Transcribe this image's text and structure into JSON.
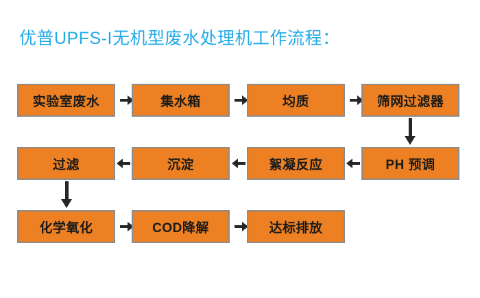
{
  "title": "优普UPFS-I无机型废水处理机工作流程：",
  "theme": {
    "background": "#ffffff",
    "title_color": "#22a9e8",
    "node_fill": "#ec8022",
    "node_border": "#8c8c8c",
    "node_text": "#1a1a1a",
    "arrow_color": "#262626"
  },
  "rows": [
    {
      "direction": "left-to-right",
      "nodes": [
        {
          "label": "实验室废水"
        },
        {
          "label": "集水箱"
        },
        {
          "label": "均质"
        },
        {
          "label": "筛网过滤器"
        }
      ]
    },
    {
      "direction": "right-to-left",
      "nodes": [
        {
          "label": "过滤"
        },
        {
          "label": "沉淀"
        },
        {
          "label": "絮凝反应"
        },
        {
          "label": "PH 预调"
        }
      ]
    },
    {
      "direction": "left-to-right",
      "nodes": [
        {
          "label": "化学氧化"
        },
        {
          "label": "COD降解"
        },
        {
          "label": "达标排放"
        }
      ]
    }
  ],
  "connectors": {
    "row1_to_row2": "arrow-down-right-column",
    "row2_to_row3": "arrow-down-left-column"
  }
}
